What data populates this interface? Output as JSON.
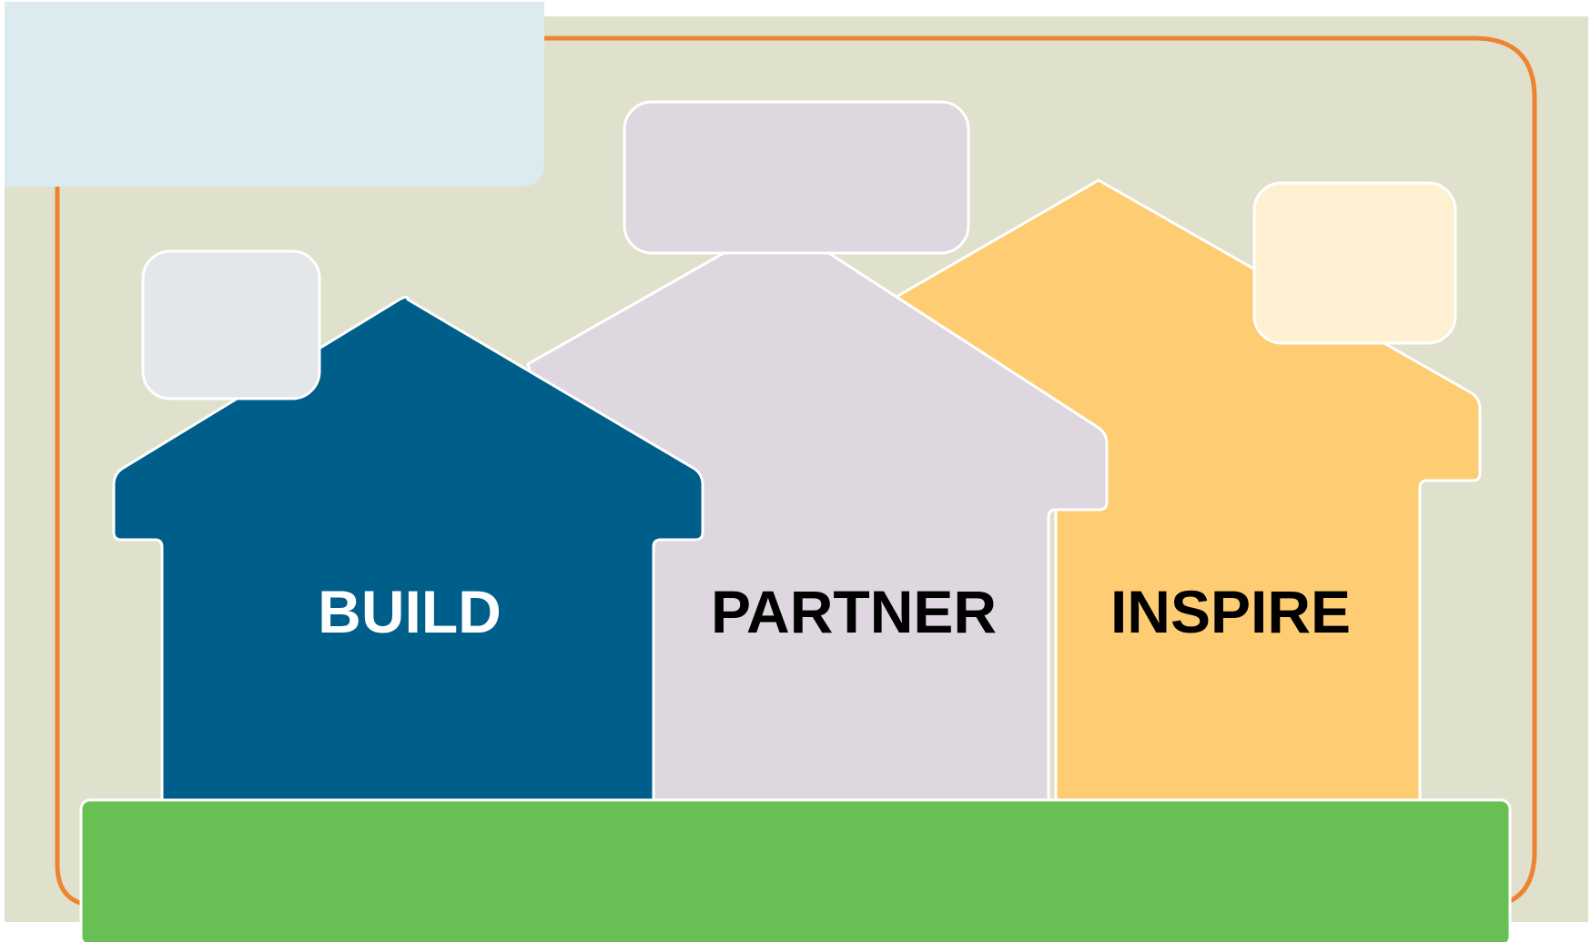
{
  "houses": [
    {
      "label": "BUILD",
      "fill": "#005E8A",
      "text_color": "#FFFFFF"
    },
    {
      "label": "PARTNER",
      "fill": "#DED7E0",
      "text_color": "#000000"
    },
    {
      "label": "INSPIRE",
      "fill": "#FECD73",
      "text_color": "#000000"
    }
  ],
  "colors": {
    "background_panel": "#E0E1CC",
    "frame_border": "#EE8433",
    "corner_tab": "#DCEBEF",
    "ground": "#68BF54",
    "cloud_build": "#E3E7EA",
    "cloud_partner": "#DED7E0",
    "cloud_inspire": "#FFF0D1"
  }
}
